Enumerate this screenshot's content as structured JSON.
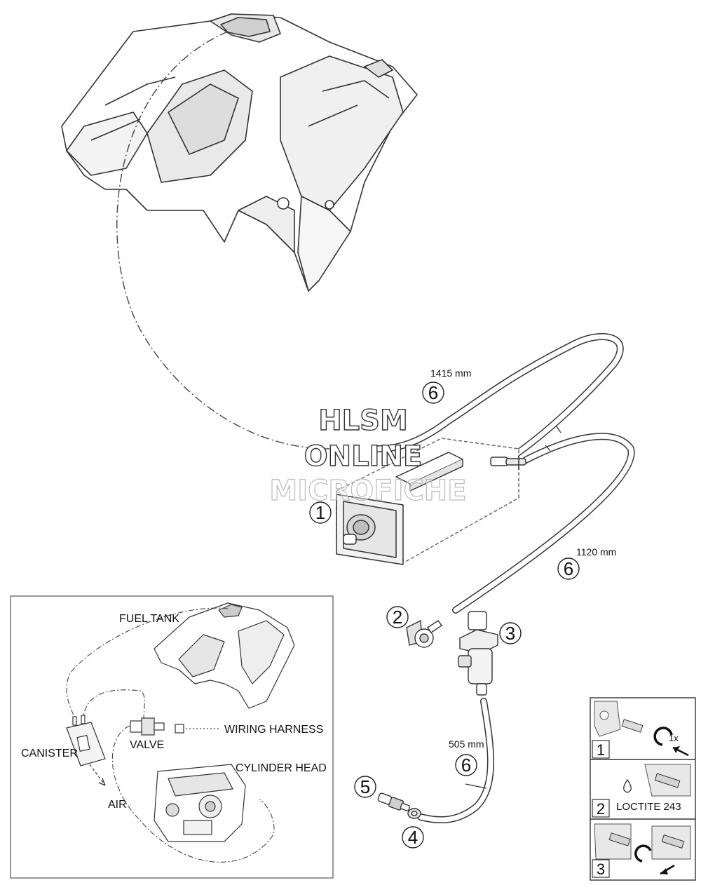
{
  "watermark": {
    "line1": "HLSM",
    "line2": "ONLINE",
    "line3": "MICROFICHE"
  },
  "callouts": {
    "c1": "1",
    "c2": "2",
    "c3": "3",
    "c4": "4",
    "c5": "5",
    "c6a": "6",
    "c6b": "6",
    "c6c": "6"
  },
  "dimensions": {
    "hose_top": "1415 mm",
    "hose_right": "1120 mm",
    "hose_bottom": "505 mm"
  },
  "inset": {
    "fuel_tank": "FUEL TANK",
    "wiring_harness": "WIRING HARNESS",
    "canister": "CANISTER",
    "valve": "VALVE",
    "cylinder_head": "CYLINDER HEAD",
    "air": "AIR"
  },
  "legend": {
    "step1_num": "1",
    "step1_note": "1x",
    "step2_num": "2",
    "step2_note": "LOCTITE 243",
    "step3_num": "3"
  }
}
